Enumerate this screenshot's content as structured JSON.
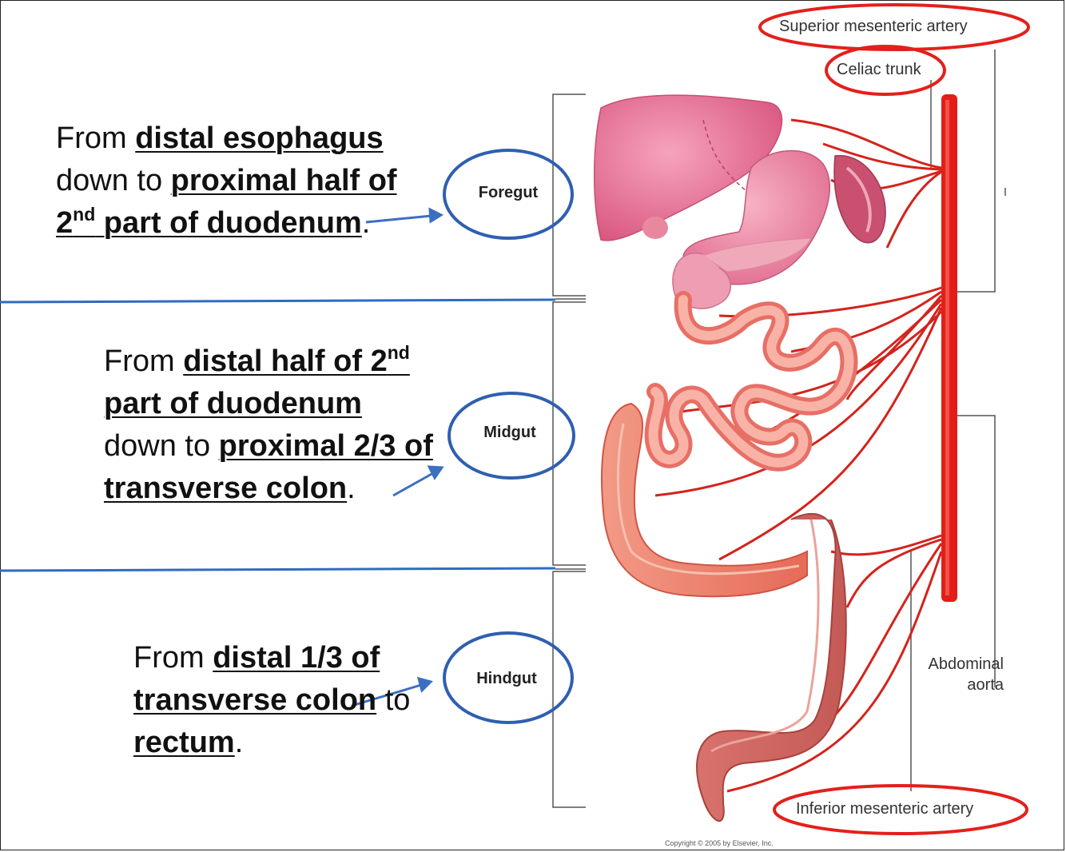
{
  "regions": {
    "foregut": {
      "label": "Foregut",
      "description": {
        "from": "From ",
        "start": "distal esophagus",
        "mid": " down to ",
        "end_a": "proximal half of 2",
        "end_sup": "nd",
        "end_b": " part of duodenum",
        "period": "."
      }
    },
    "midgut": {
      "label": "Midgut",
      "description": {
        "from": "From ",
        "start_a": "distal half of 2",
        "start_sup": "nd",
        "start_b": " part of duodenum",
        "mid": " down to ",
        "end": "proximal 2/3 of transverse colon",
        "period": "."
      }
    },
    "hindgut": {
      "label": "Hindgut",
      "description": {
        "from": "From ",
        "start": "distal 1/3 of transverse colon",
        "mid": " to ",
        "end": "rectum",
        "period": "."
      }
    }
  },
  "arteries": {
    "superior_mesenteric": "Superior mesenteric artery",
    "celiac_trunk": "Celiac trunk",
    "inferior_mesenteric": "Inferior mesenteric artery",
    "abdominal_aorta_line1": "Abdominal",
    "abdominal_aorta_line2": "aorta"
  },
  "copyright": "Copyright © 2005 by Elsevier, Inc.",
  "colors": {
    "highlight_red": "#e3201b",
    "region_blue": "#2f5fb0",
    "artery_red": "#e0201a",
    "organ_pink": "#e97ea0",
    "intestine_salmon": "#f08a78"
  }
}
